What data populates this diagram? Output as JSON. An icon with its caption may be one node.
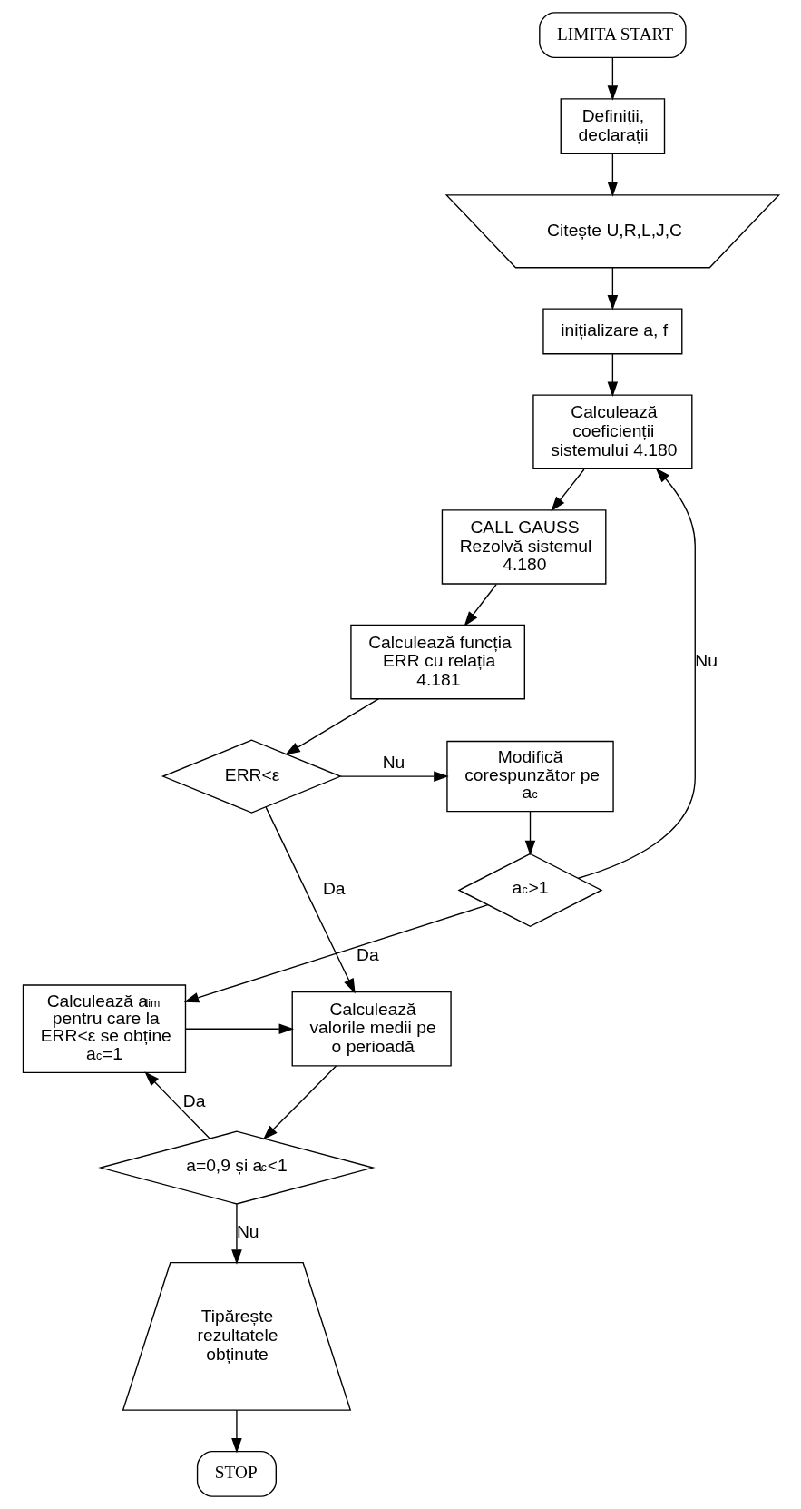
{
  "diagram": {
    "nodes": [
      {
        "text": [
          "LIMITA START"
        ]
      },
      {
        "text": [
          "Definiții, declarații"
        ]
      },
      {
        "text": [
          "Citește U,R,L,J,C"
        ]
      },
      {
        "text": [
          "inițializare a, f"
        ]
      },
      {
        "text": [
          "Calculează coeficienții sistemului 4.180"
        ]
      },
      {
        "text": [
          "CALL GAUSS",
          "Rezolvă sistemul 4.180"
        ]
      },
      {
        "text": [
          "Calculează funcția ERR cu relația 4.181"
        ]
      },
      {
        "text": [
          "ERR<ε"
        ]
      },
      {
        "text": [
          "Calculează valorile medii pe o perioadă"
        ]
      },
      {
        "text": [
          "a=0,9 și a$_{c}$<1"
        ]
      },
      {
        "text": [
          "Tipărește rezultatele obținute"
        ]
      },
      {
        "text": [
          "STOP"
        ]
      },
      {
        "text": [
          "Modifică corespunzător pe a$_{c}$"
        ]
      },
      {
        "text": [
          "a$_{c}$>1"
        ]
      },
      {
        "text": [
          "Calculează a$_{lim}$ pentru care la ERR<ε se obține a$_{c}$=1"
        ]
      }
    ],
    "edges": [
      {
        "from": 0,
        "to": 1,
        "arrow": "to"
      },
      {
        "from": 1,
        "to": 2,
        "arrow": "to"
      },
      {
        "from": 2,
        "to": 3,
        "arrow": "to"
      },
      {
        "from": 3,
        "to": 4,
        "arrow": "to"
      },
      {
        "from": 4,
        "to": 5,
        "arrow": "to"
      },
      {
        "from": 5,
        "to": 6,
        "arrow": "to"
      },
      {
        "from": 6,
        "to": 7,
        "arrow": "to"
      },
      {
        "from": 7,
        "to": 8,
        "arrow": "to",
        "label": "Da"
      },
      {
        "from": 7,
        "to": 12,
        "arrow": "to",
        "label": "Nu"
      },
      {
        "from": 12,
        "to": 13,
        "arrow": "to"
      },
      {
        "from": 13,
        "to": 4,
        "arrow": "to",
        "label": "Nu"
      },
      {
        "from": 13,
        "to": 14,
        "arrow": "to",
        "label": "Da"
      },
      {
        "from": 14,
        "to": 8,
        "arrow": "to"
      },
      {
        "from": 8,
        "to": 9,
        "arrow": "to"
      },
      {
        "from": 9,
        "to": 14,
        "arrow": "to",
        "label": "Da"
      },
      {
        "from": 9,
        "to": 10,
        "arrow": "to",
        "label": "Nu"
      },
      {
        "from": 10,
        "to": 11,
        "arrow": "to"
      }
    ]
  }
}
